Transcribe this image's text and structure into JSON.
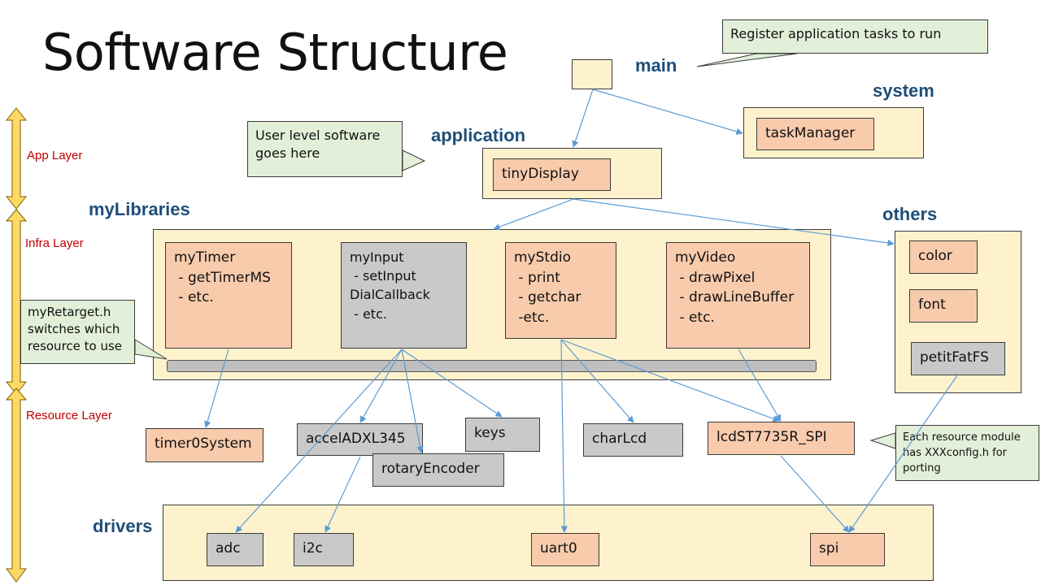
{
  "title": "Software Structure",
  "groups": {
    "main": "main",
    "system": "system",
    "application": "application",
    "myLibraries": "myLibraries",
    "others": "others",
    "drivers": "drivers"
  },
  "layers": {
    "app": "App Layer",
    "infra": "Infra Layer",
    "resource": "Resource Layer"
  },
  "notes": {
    "register": "Register application tasks to run",
    "user_level": "User level software goes here",
    "retarget": "myRetarget.h switches which resource to use",
    "resource_config": "Each resource module has XXXconfig.h for porting"
  },
  "modules": {
    "taskManager": "taskManager",
    "tinyDisplay": "tinyDisplay",
    "myTimer": "myTimer\n - getTimerMS\n - etc.",
    "myInput": "myInput\n - setInput\nDialCallback\n - etc.",
    "myStdio": "myStdio\n - print\n - getchar\n -etc.",
    "myVideo": "myVideo\n - drawPixel\n - drawLineBuffer\n - etc.",
    "color": "color",
    "font": "font",
    "petitFatFS": "petitFatFS",
    "timer0System": "timer0System",
    "accelADXL345": "accelADXL345",
    "rotaryEncoder": "rotaryEncoder",
    "keys": "keys",
    "charLcd": "charLcd",
    "lcdST7735R_SPI": "lcdST7735R_SPI",
    "adc": "adc",
    "i2c": "i2c",
    "uart0": "uart0",
    "spi": "spi"
  },
  "colors": {
    "container": "#fdf2cc",
    "module_orange": "#f8cbad",
    "module_gray": "#c9c9c9",
    "note_green": "#e2efd9",
    "label_blue": "#1f4e79",
    "layer_red": "#c00000",
    "arrow_blue": "#5b9bd5"
  }
}
